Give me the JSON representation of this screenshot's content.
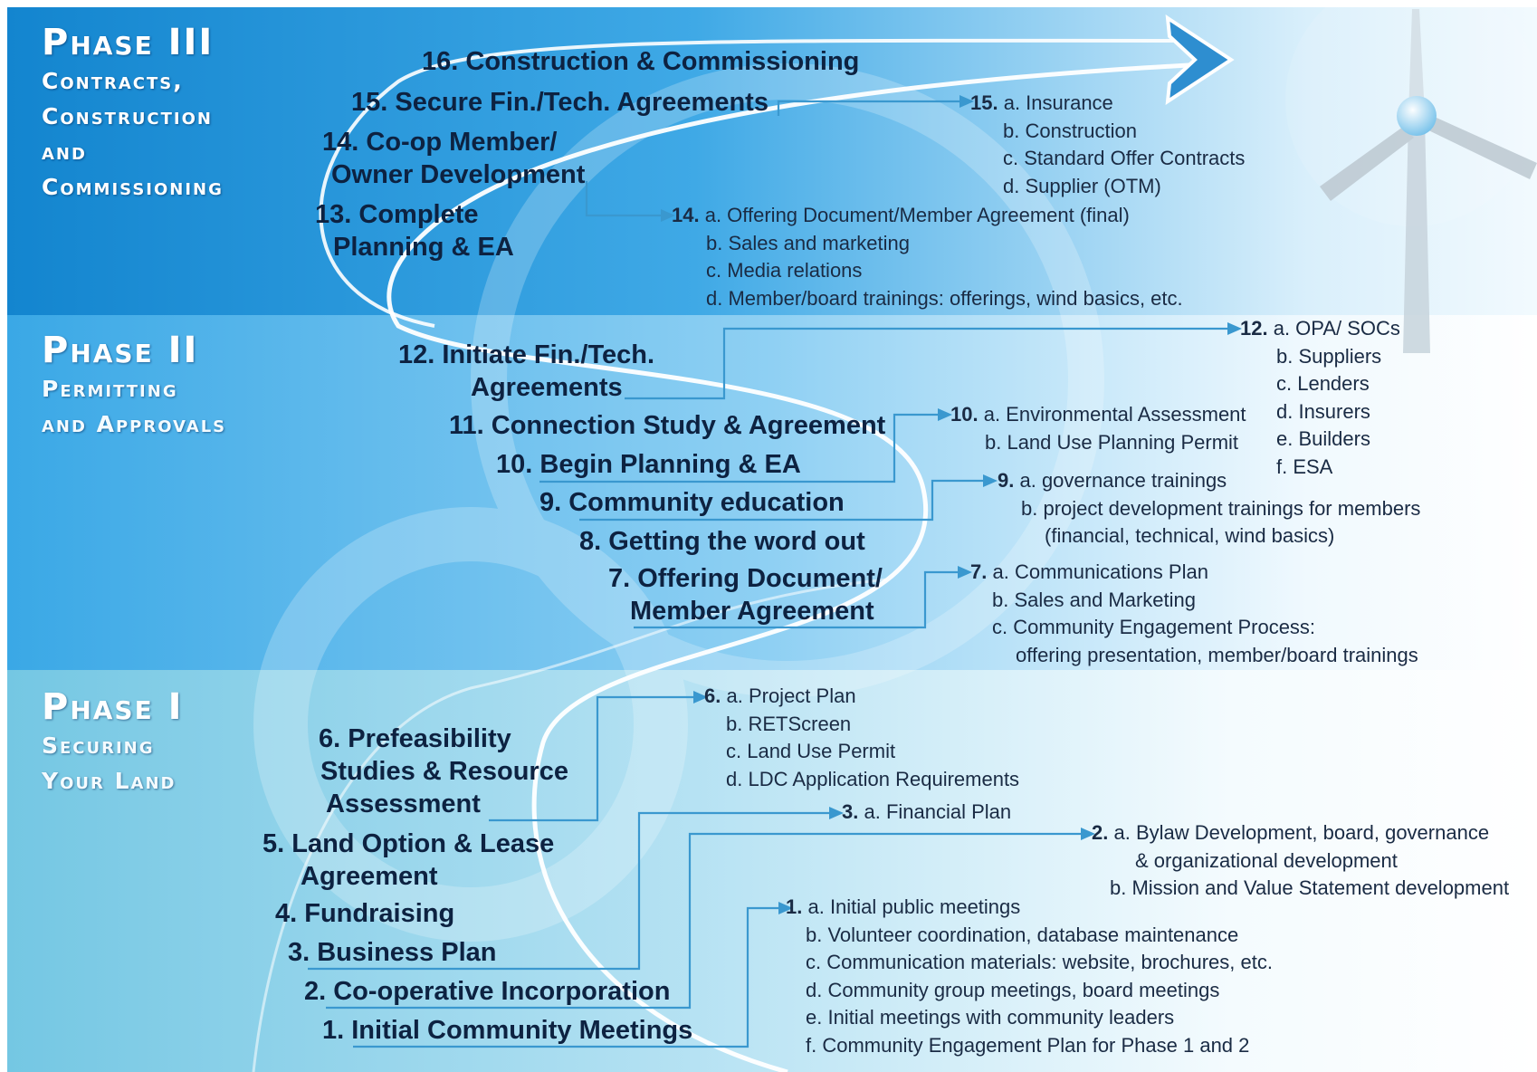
{
  "phases": [
    {
      "title": "Phase III",
      "subtitle": [
        "Contracts,",
        "Construction",
        "and",
        "Commissioning"
      ]
    },
    {
      "title": "Phase II",
      "subtitle": [
        "Permitting",
        "and Approvals"
      ]
    },
    {
      "title": "Phase I",
      "subtitle": [
        "Securing",
        "Your Land"
      ]
    }
  ],
  "steps": [
    {
      "lines": [
        "16. Construction & Commissioning"
      ]
    },
    {
      "lines": [
        "15. Secure Fin./Tech. Agreements"
      ]
    },
    {
      "lines": [
        "14. Co-op Member/",
        "Owner Development"
      ]
    },
    {
      "lines": [
        "13. Complete",
        "Planning & EA"
      ]
    },
    {
      "lines": [
        "12. Initiate Fin./Tech.",
        "Agreements"
      ]
    },
    {
      "lines": [
        "11. Connection Study & Agreement"
      ]
    },
    {
      "lines": [
        "10. Begin Planning & EA"
      ]
    },
    {
      "lines": [
        "9. Community education"
      ]
    },
    {
      "lines": [
        "8. Getting the word out"
      ]
    },
    {
      "lines": [
        "7. Offering Document/",
        "Member Agreement"
      ]
    },
    {
      "lines": [
        "6. Prefeasibility",
        "Studies & Resource",
        "Assessment"
      ]
    },
    {
      "lines": [
        "5. Land Option & Lease",
        "Agreement"
      ]
    },
    {
      "lines": [
        "4. Fundraising"
      ]
    },
    {
      "lines": [
        "3. Business Plan"
      ]
    },
    {
      "lines": [
        "2. Co-operative Incorporation"
      ]
    },
    {
      "lines": [
        "1. Initial Community Meetings"
      ]
    }
  ],
  "details": [
    {
      "num": "15.",
      "items": [
        "a. Insurance",
        "b. Construction",
        "c. Standard Offer Contracts",
        "d. Supplier (OTM)"
      ]
    },
    {
      "num": "14.",
      "items": [
        "a. Offering Document/Member Agreement (final)",
        "b. Sales and marketing",
        "c. Media relations",
        "d. Member/board trainings: offerings, wind basics, etc."
      ]
    },
    {
      "num": "12.",
      "items": [
        "a. OPA/ SOCs",
        "b. Suppliers",
        "c. Lenders",
        "d. Insurers",
        "e. Builders",
        "f. ESA"
      ]
    },
    {
      "num": "10.",
      "items": [
        "a. Environmental Assessment",
        "b. Land Use Planning Permit"
      ]
    },
    {
      "num": "9.",
      "items": [
        "a. governance trainings",
        "b. project development trainings for members",
        "(financial, technical, wind basics)"
      ]
    },
    {
      "num": "7.",
      "items": [
        "a. Communications Plan",
        "b. Sales and Marketing",
        "c. Community Engagement Process:",
        "offering presentation, member/board trainings"
      ]
    },
    {
      "num": "6.",
      "items": [
        "a. Project Plan",
        "b. RETScreen",
        "c. Land Use Permit",
        "d. LDC Application Requirements"
      ]
    },
    {
      "num": "3.",
      "items": [
        "a. Financial Plan"
      ]
    },
    {
      "num": "2.",
      "items": [
        "a. Bylaw Development, board, governance",
        "& organizational development",
        "b. Mission and Value Statement development"
      ]
    },
    {
      "num": "1.",
      "items": [
        "a. Initial public meetings",
        "b. Volunteer coordination, database maintenance",
        "c. Communication materials: website, brochures, etc.",
        "d. Community group meetings, board meetings",
        "e. Initial meetings with community leaders",
        "f. Community Engagement Plan for Phase 1 and 2"
      ]
    }
  ],
  "colors": {
    "phase3_band": "#1691d8",
    "phase2_band": "#3db0ea",
    "phase1_band": "#7ccee8",
    "connector": "#3a98cf",
    "path": "#ffffff"
  }
}
